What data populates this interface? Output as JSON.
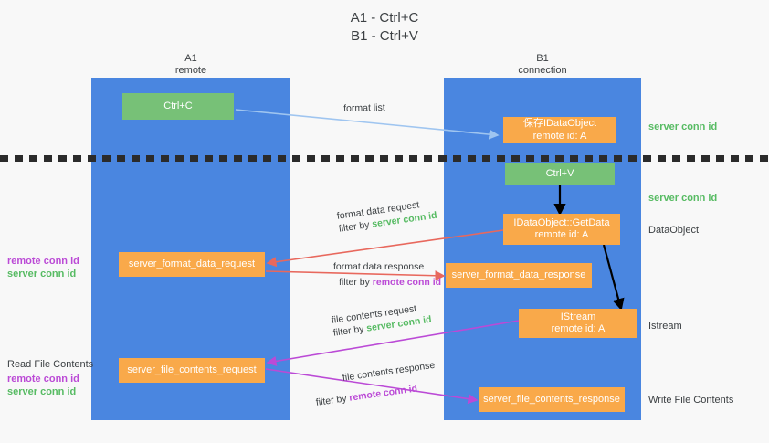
{
  "title": "A1 - Ctrl+C\nB1 - Ctrl+V",
  "colors": {
    "lifeline": "#4a86e0",
    "green_node": "#77c177",
    "orange_node": "#f9a94a",
    "server_conn_id": "#57bb63",
    "remote_conn_id": "#bb4ad6",
    "background": "#f8f8f8",
    "dashed_separator": "#2b2b2b",
    "arrow_format_list": "#9fc5f0",
    "arrow_format_data": "#e8685d",
    "arrow_file_contents": "#bb4ad6",
    "arrow_black": "#000000"
  },
  "columns": [
    {
      "name": "A1",
      "role": "remote",
      "header": "A1\nremote"
    },
    {
      "name": "B1",
      "role": "connection",
      "header": "B1\nconnection"
    }
  ],
  "nodes": {
    "ctrl_c": "Ctrl+C",
    "ctrl_v": "Ctrl+V",
    "save_idataobject": "保存IDataObject\nremote id: A",
    "idataobject_getdata": "IDataObject::GetData\nremote id: A",
    "istream": "IStream\nremote id: A",
    "server_format_data_request": "server_format_data_request",
    "server_format_data_response": "server_format_data_response",
    "server_file_contents_request": "server_file_contents_request",
    "server_file_contents_response": "server_file_contents_response"
  },
  "edges": {
    "format_list": "format list",
    "format_data_request": "format data request",
    "format_data_request_filter_prefix": "filter by ",
    "format_data_request_filter_key": "server conn id",
    "format_data_response": "format data response",
    "format_data_response_filter_prefix": "filter by ",
    "format_data_response_filter_key": "remote conn id",
    "file_contents_request": "file contents request",
    "file_contents_request_filter_prefix": "filter by ",
    "file_contents_request_filter_key": "server conn id",
    "file_contents_response": "file contents response",
    "file_contents_response_filter_prefix": "filter by ",
    "file_contents_response_filter_key": "remote conn id"
  },
  "right_labels": {
    "server_conn_id_top": "server conn id",
    "server_conn_id_mid": "server conn id",
    "dataobject": "DataObject",
    "istream": "Istream",
    "write_file_contents": "Write File Contents"
  },
  "left_labels": {
    "remote_conn_id_upper": "remote conn id",
    "server_conn_id_upper": "server conn id",
    "read_file_contents": "Read File Contents",
    "remote_conn_id_lower": "remote conn id",
    "server_conn_id_lower": "server conn id"
  }
}
